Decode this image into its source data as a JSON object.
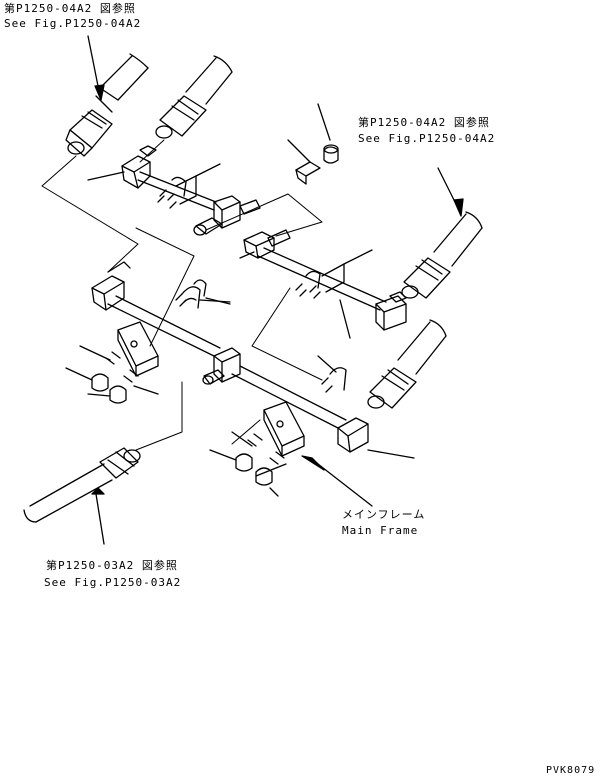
{
  "callouts": {
    "top_left": {
      "jp": "第P1250-04A2 図参照",
      "en": "See Fig.P1250-04A2"
    },
    "top_right": {
      "jp": "第P1250-04A2 図参照",
      "en": "See Fig.P1250-04A2"
    },
    "bottom_left": {
      "jp": "第P1250-03A2 図参照",
      "en": "See Fig.P1250-03A2"
    },
    "main_frame": {
      "jp": "メインフレーム",
      "en": "Main Frame"
    }
  },
  "drawing_code": "PVK8079"
}
